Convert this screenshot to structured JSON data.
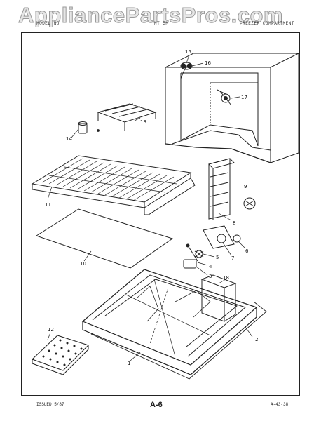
{
  "watermark": {
    "text": "AppliancePartsPros.com"
  },
  "header": {
    "left": "MODEL NO",
    "center": "NT 5M",
    "right": "FREEZER COMPARTMENT"
  },
  "callouts": [
    "1",
    "2",
    "3",
    "4",
    "5",
    "6",
    "7",
    "8",
    "9",
    "10",
    "11",
    "12",
    "13",
    "14",
    "15",
    "16",
    "17",
    "18"
  ],
  "footer": {
    "issued": "ISSUED 5/87",
    "page": "A-6",
    "ref": "A-43-38"
  }
}
